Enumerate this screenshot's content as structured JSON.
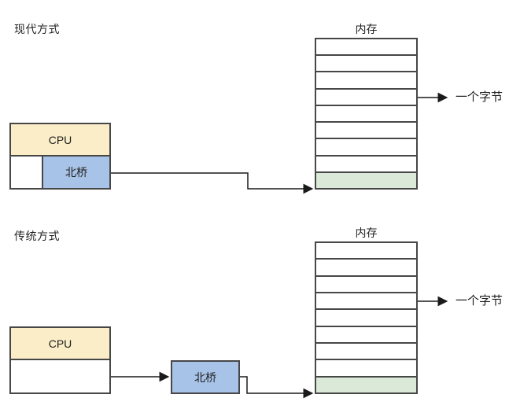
{
  "colors": {
    "cpu_fill": "#FAEDC7",
    "northbridge_fill": "#A8C3E8",
    "highlight_fill": "#DBEAD8",
    "stroke": "#474747",
    "line": "#1a1a1a"
  },
  "diagram": {
    "sections": [
      {
        "label": "现代方式",
        "cpu_label": "CPU",
        "northbridge_label": "北桥",
        "memory": {
          "title": "内存",
          "rows": 9,
          "highlighted_row": 9
        },
        "byte_label": "一个字节"
      },
      {
        "label": "传统方式",
        "cpu_label": "CPU",
        "northbridge_label": "北桥",
        "memory": {
          "title": "内存",
          "rows": 9,
          "highlighted_row": 9
        },
        "byte_label": "一个字节"
      }
    ]
  }
}
